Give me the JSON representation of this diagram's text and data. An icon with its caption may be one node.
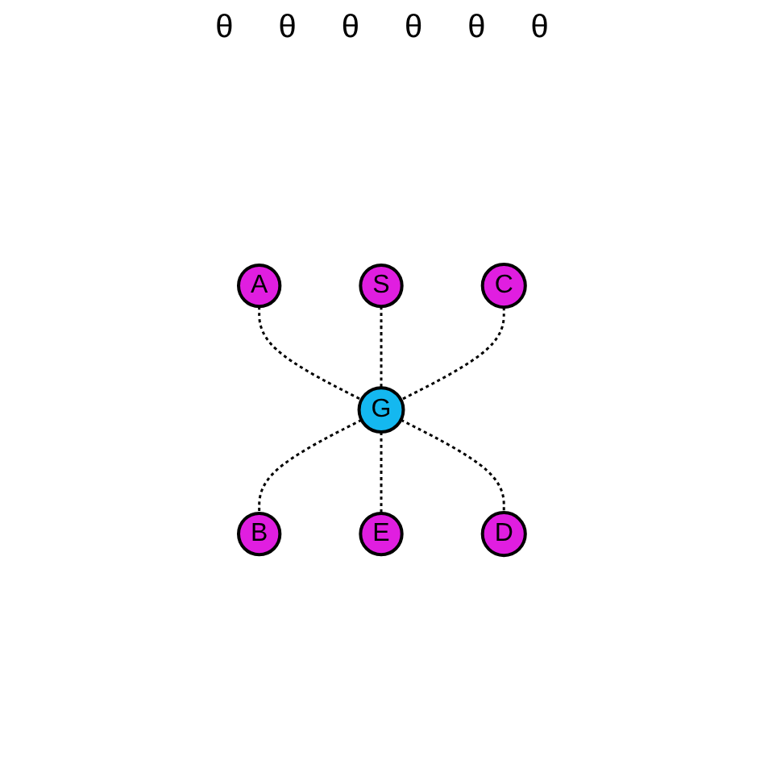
{
  "diagram": {
    "nodes": [
      {
        "text": [
          "A"
        ]
      },
      {
        "text": [
          "S"
        ]
      },
      {
        "text": [
          "C"
        ]
      },
      {
        "text": [
          "G"
        ]
      },
      {
        "text": [
          "B"
        ]
      },
      {
        "text": [
          "E"
        ]
      },
      {
        "text": [
          "D"
        ]
      }
    ],
    "edges": [
      {
        "from": 0,
        "to": 3,
        "arrow": "none",
        "style": "dashed"
      },
      {
        "from": 1,
        "to": 3,
        "arrow": "none",
        "style": "dashed"
      },
      {
        "from": 2,
        "to": 3,
        "arrow": "none",
        "style": "dashed"
      },
      {
        "from": 3,
        "to": 4,
        "arrow": "none",
        "style": "dashed"
      },
      {
        "from": 3,
        "to": 5,
        "arrow": "none",
        "style": "dashed"
      },
      {
        "from": 3,
        "to": 6,
        "arrow": "none",
        "style": "dashed"
      }
    ],
    "labels": [
      "θ",
      "θ",
      "θ",
      "θ",
      "θ",
      "θ"
    ]
  }
}
